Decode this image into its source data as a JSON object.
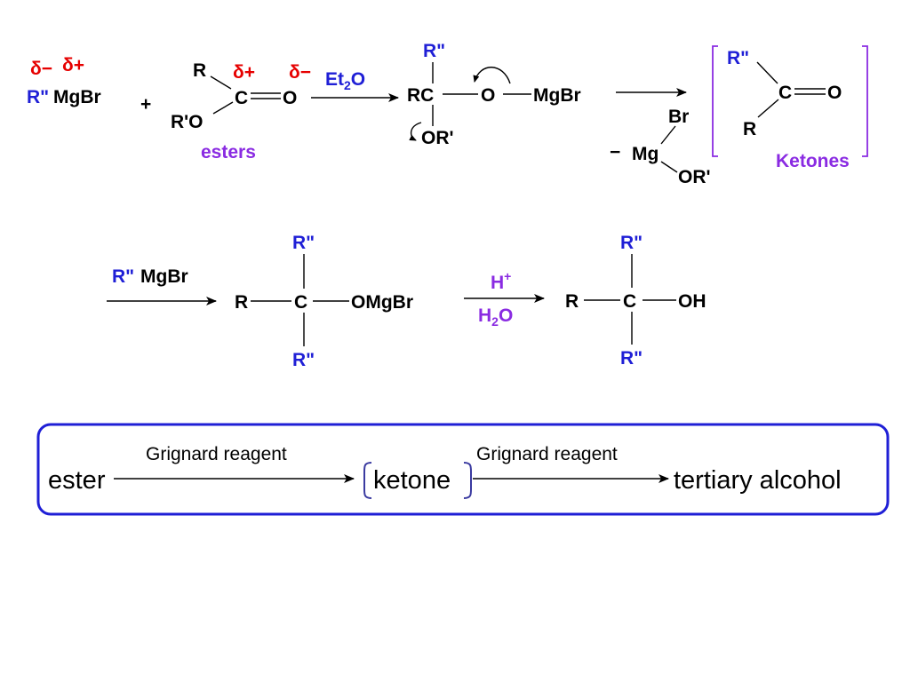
{
  "reaction1": {
    "delta_minus": "δ−",
    "delta_plus": "δ+",
    "r2": "R\"",
    "mgbr": "MgBr",
    "plus": "+",
    "ester_r": "R",
    "ester_c": "C",
    "ester_o": "O",
    "ester_or": "R'O",
    "ester_delta_plus": "δ+",
    "ester_delta_minus": "δ−",
    "esters_label": "esters",
    "solvent": "Et",
    "solvent_sub": "2",
    "solvent_o": "O",
    "int_r2": "R\"",
    "int_rc": "RC",
    "int_o": "O",
    "int_mgbr": "MgBr",
    "int_or": "OR'",
    "salt_minus": "−",
    "salt_br": "Br",
    "salt_mg": "Mg",
    "salt_or": "OR'",
    "ketone_r2": "R\"",
    "ketone_c": "C",
    "ketone_o": "O",
    "ketone_r": "R",
    "ketones_label": "Ketones"
  },
  "reaction2": {
    "reagent_r2": "R\"",
    "reagent_mgbr": "MgBr",
    "alk_r": "R",
    "alk_c": "C",
    "alk_omgbr": "OMgBr",
    "alk_r2_top": "R\"",
    "alk_r2_bottom": "R\"",
    "acid": "H",
    "acid_sup": "+",
    "water": "H",
    "water_sub": "2",
    "water_o": "O",
    "alc_r": "R",
    "alc_c": "C",
    "alc_oh": "OH",
    "alc_r2_top": "R\"",
    "alc_r2_bottom": "R\""
  },
  "summary": {
    "start": "ester",
    "step1_label": "Grignard reagent",
    "middle": "ketone",
    "step2_label": "Grignard reagent",
    "end": "tertiary alcohol",
    "box_color": "#1f1fd6"
  },
  "colors": {
    "blue": "#1f1fd6",
    "red": "#e60000",
    "purple": "#8a2be2",
    "black": "#000000"
  }
}
